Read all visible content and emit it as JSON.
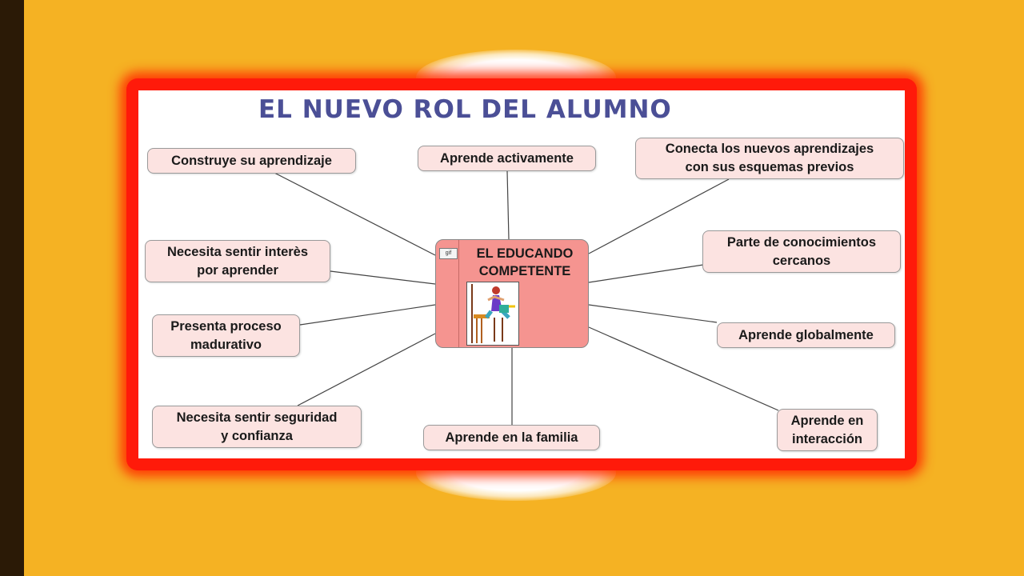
{
  "diagram": {
    "title": "EL NUEVO ROL DEL ALUMNO",
    "center": {
      "label": "EL EDUCANDO\nCOMPETENTE",
      "image_tag": "gif"
    },
    "nodes": [
      {
        "id": "construye",
        "label": "Construye su aprendizaje"
      },
      {
        "id": "aprende-activamente",
        "label": "Aprende activamente"
      },
      {
        "id": "conecta",
        "label": "Conecta los nuevos aprendizajes\ncon sus esquemas previos"
      },
      {
        "id": "necesita-interes",
        "label": "Necesita sentir interès\npor aprender"
      },
      {
        "id": "parte-conocimientos",
        "label": "Parte de conocimientos\ncercanos"
      },
      {
        "id": "presenta-proceso",
        "label": "Presenta proceso\nmadurativo"
      },
      {
        "id": "aprende-globalmente",
        "label": "Aprende globalmente"
      },
      {
        "id": "necesita-seguridad",
        "label": "Necesita sentir seguridad\ny confianza"
      },
      {
        "id": "aprende-familia",
        "label": "Aprende en la familia"
      },
      {
        "id": "aprende-interaccion",
        "label": "Aprende en\ninteracción"
      }
    ]
  },
  "colors": {
    "background": "#F5B223",
    "sidebar": "#2B1A06",
    "frame": "#FF1A0A",
    "title": "#4B4F96",
    "center_fill": "#F59490",
    "node_fill": "#FCE3E1",
    "link": "#444444"
  }
}
